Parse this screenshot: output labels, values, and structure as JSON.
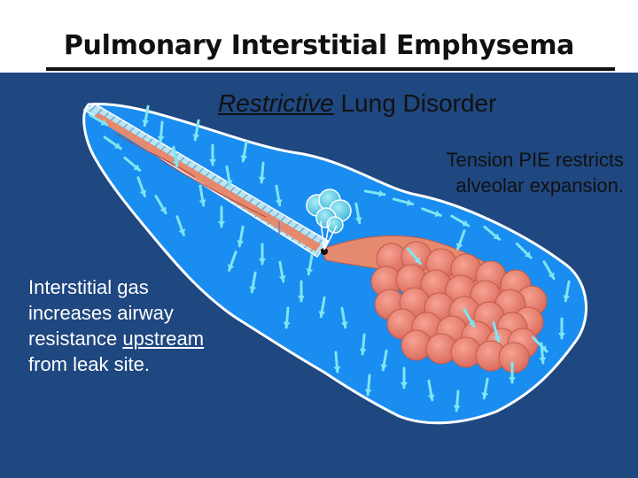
{
  "slide": {
    "title": "Pulmonary Interstitial Emphysema",
    "subtitle_emphasis": "Restrictive",
    "subtitle_rest": " Lung Disorder",
    "note_tension_line1": "Tension PIE restricts",
    "note_tension_line2": "alveolar expansion.",
    "note_interstitial_line1": "Interstitial gas",
    "note_interstitial_line2": "increases airway",
    "note_interstitial_line3_pre": "resistance ",
    "note_interstitial_line3_u": "upstream",
    "note_interstitial_line4": "from leak site."
  },
  "colors": {
    "background": "#1f4780",
    "lung_outline": "#ffffff",
    "interstitium": "#1a8df0",
    "airway": "#e58a6e",
    "alveolus": "#ef8575",
    "leak_bubble": "#5ed0e8",
    "gas_arrow": "#7ee6f2"
  },
  "icons": [
    "gas-arrow-icon",
    "leak-bubble-icon"
  ]
}
